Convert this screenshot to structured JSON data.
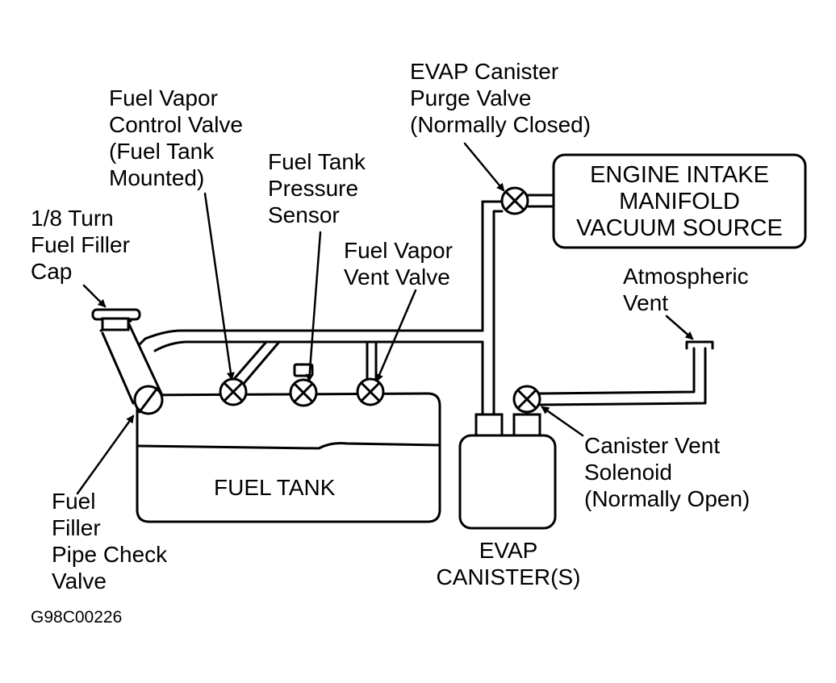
{
  "labels": {
    "filler_cap": [
      "1/8 Turn",
      "Fuel Filler",
      "Cap"
    ],
    "vapor_control_valve": [
      "Fuel Vapor",
      "Control Valve",
      "(Fuel Tank",
      "Mounted)"
    ],
    "pressure_sensor": [
      "Fuel Tank",
      "Pressure",
      "Sensor"
    ],
    "vent_valve": [
      "Fuel Vapor",
      "Vent Valve"
    ],
    "purge_valve": [
      "EVAP Canister",
      "Purge Valve",
      "(Normally Closed)"
    ],
    "intake_manifold": [
      "ENGINE INTAKE",
      "MANIFOLD",
      "VACUUM SOURCE"
    ],
    "atmospheric_vent": [
      "Atmospheric",
      "Vent"
    ],
    "fuel_tank": "FUEL TANK",
    "canister_vent_solenoid": [
      "Canister Vent",
      "Solenoid",
      "(Normally Open)"
    ],
    "evap_canister": [
      "EVAP",
      "CANISTER(S)"
    ],
    "check_valve": [
      "Fuel",
      "Filler",
      "Pipe Check",
      "Valve"
    ]
  },
  "figure_code": "G98C00226"
}
